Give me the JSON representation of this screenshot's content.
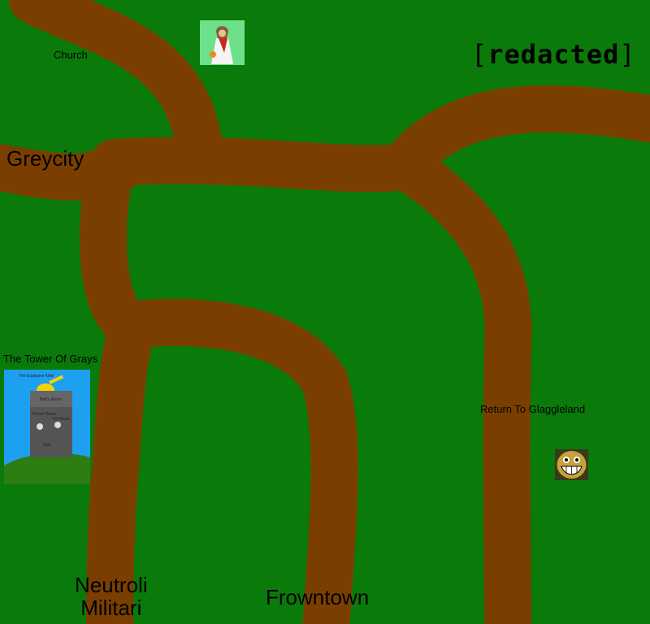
{
  "map": {
    "colors": {
      "grass": "#0a7a0a",
      "road": "#7a3f00"
    },
    "logo": {
      "text": "redacted",
      "bracket_left": "[",
      "bracket_right": "]"
    },
    "locations": {
      "church": {
        "label": "Church",
        "icon": "jesus-figure-icon"
      },
      "greycity": {
        "label": "Greycity"
      },
      "tower": {
        "label": "The Tower Of Grays",
        "image_banner": "The Explosive Killer",
        "rooms": {
          "top": "Nult's Room",
          "left": "Torture Room",
          "right": "Kill Room",
          "bottom": "Hub"
        }
      },
      "glaggleland": {
        "label": "Return To Glaggleland",
        "icon": "grinning-face-icon"
      },
      "neutroli": {
        "label_line1": "Neutroli",
        "label_line2": "Militari"
      },
      "frowntown": {
        "label": "Frowntown"
      }
    }
  }
}
